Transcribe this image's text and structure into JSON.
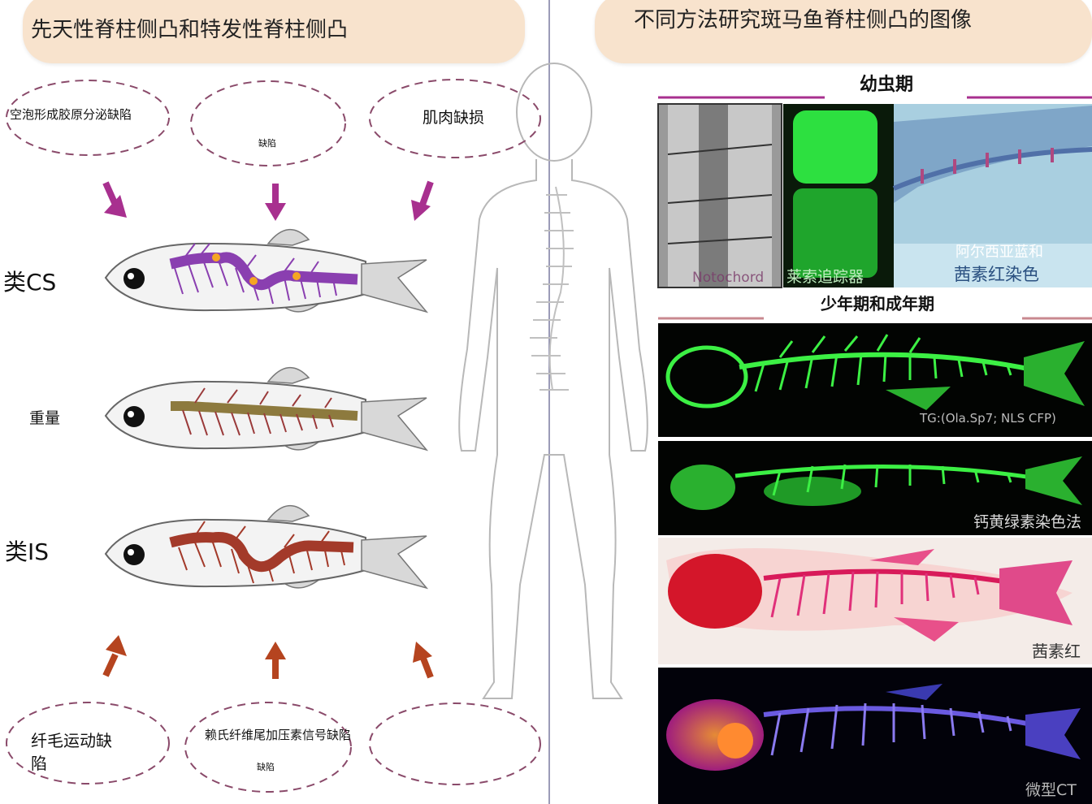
{
  "left": {
    "title": "先天性脊柱侧凸和特发性脊柱侧凸",
    "top_causes": [
      {
        "label": "空泡形成胶原分泌缺陷"
      },
      {
        "label": "缺陷"
      },
      {
        "label": "肌肉缺损"
      }
    ],
    "fish_models": [
      {
        "label": "类CS"
      },
      {
        "label": "重量"
      },
      {
        "label": "类IS"
      }
    ],
    "bottom_causes": [
      {
        "label_line1": "纤毛运动缺",
        "label_line2": "陷"
      },
      {
        "label_line1": "赖氏纤维尾加压素信号缺陷",
        "label_line2": "缺陷"
      },
      {
        "label_line1": ""
      }
    ],
    "colors": {
      "arrow_top": "#a8308f",
      "arrow_bottom": "#b5441f",
      "cs_spine": "#8a3fb0",
      "weight_spine": "#8d7a3e",
      "is_spine": "#a33a2a",
      "title_bg": "#f8e3cd"
    }
  },
  "right": {
    "title": "不同方法研究斑马鱼脊柱侧凸的图像",
    "larval_heading": "幼虫期",
    "juvenile_heading": "少年期和成年期",
    "larval_panels": [
      {
        "caption": "Notochord"
      },
      {
        "caption": "莱索追踪器"
      },
      {
        "caption_line1": "阿尔西亚蓝和",
        "caption_line2": "茜素红染色"
      }
    ],
    "adult_panels": [
      {
        "caption": "TG:(Ola.Sp7; NLS CFP)"
      },
      {
        "caption": "钙黄绿素染色法"
      },
      {
        "caption": "茜素红"
      },
      {
        "caption": "微型CT"
      }
    ]
  }
}
